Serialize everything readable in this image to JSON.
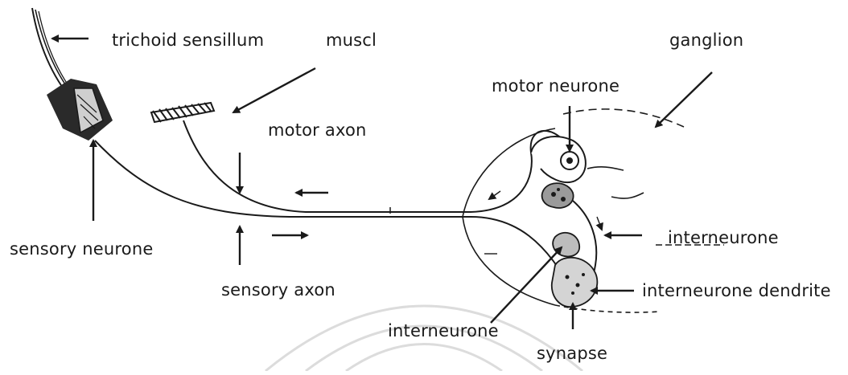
{
  "labels": {
    "trichoid_sensillum": "trichoid sensillum",
    "muscl": "muscl",
    "ganglion": "ganglion",
    "motor_neurone": "motor neurone",
    "motor_axon": "motor axon",
    "sensory_neurone": "sensory neurone",
    "sensory_axon": "sensory axon",
    "interneurone_right": "interneurone",
    "interneurone_dendrite": "interneurone dendrite",
    "interneurone_bottom": "interneurone",
    "synapse": "synapse"
  },
  "colors": {
    "ink": "#1a1a1a",
    "watermark": "#d9d9d9",
    "background": "#ffffff"
  }
}
